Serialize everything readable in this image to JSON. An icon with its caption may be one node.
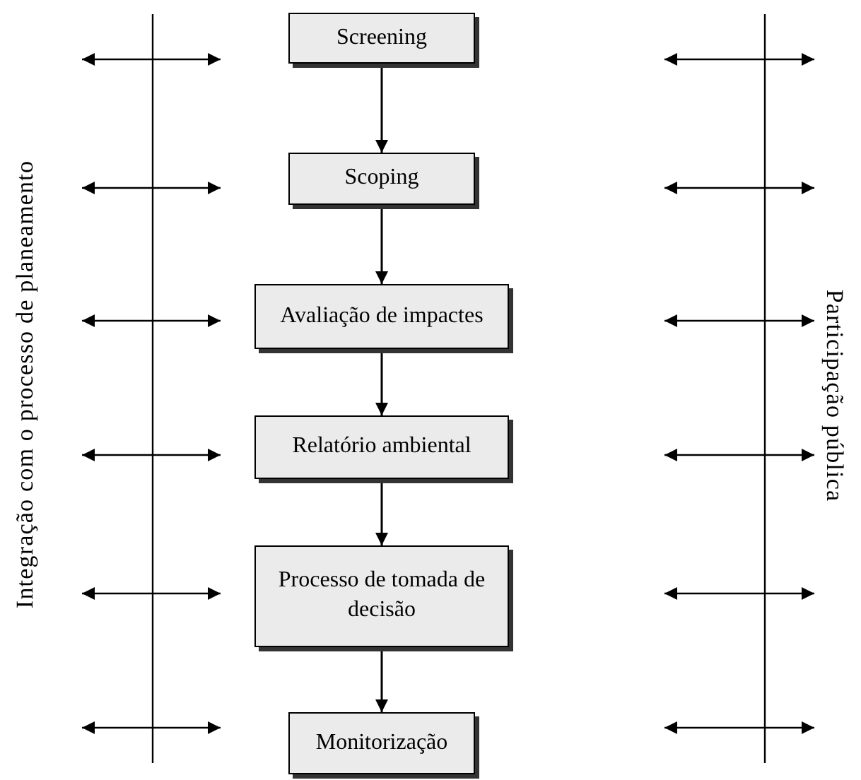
{
  "diagram": {
    "nodes": [
      {
        "text": [
          "Screening"
        ]
      },
      {
        "text": [
          "Scoping"
        ]
      },
      {
        "text": [
          "Avaliação de impactes"
        ]
      },
      {
        "text": [
          "Relatório ambiental"
        ]
      },
      {
        "text": [
          "Processo de tomada de decisão"
        ]
      },
      {
        "text": [
          "Monitorização"
        ]
      }
    ],
    "edges": [
      {
        "from": 0,
        "to": 1,
        "arrow": "to"
      },
      {
        "from": 1,
        "to": 2,
        "arrow": "to"
      },
      {
        "from": 2,
        "to": 3,
        "arrow": "to"
      },
      {
        "from": 3,
        "to": 4,
        "arrow": "to"
      },
      {
        "from": 4,
        "to": 5,
        "arrow": "to"
      }
    ],
    "labels": [
      "Integração com o processo de planeamento",
      "Participação pública"
    ]
  }
}
